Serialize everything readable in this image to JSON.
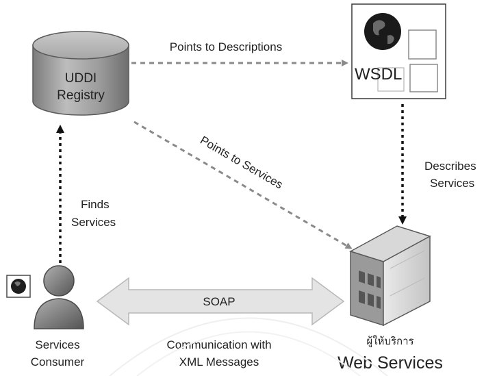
{
  "registry": {
    "line1": "UDDI",
    "line2": "Registry"
  },
  "wsdl": {
    "label": "WSDL"
  },
  "web_service": {
    "thai_label": "ผู้ให้บริการ",
    "label": "Web Services"
  },
  "consumer": {
    "line1": "Services",
    "line2": "Consumer"
  },
  "arrows": {
    "points_to_descriptions": "Points to Descriptions",
    "points_to_services": "Points to Services",
    "describes_line1": "Describes",
    "describes_line2": "Services",
    "finds_line1": "Finds",
    "finds_line2": "Services"
  },
  "soap": {
    "label": "SOAP",
    "caption_line1": "Communication with",
    "caption_line2": "XML Messages"
  },
  "colors": {
    "dashed_gray": "#8a8a8a",
    "dotted_black": "#111111",
    "cylinder_fill": "#9a9a9a",
    "soap_arrow_fill": "#e4e4e4"
  }
}
